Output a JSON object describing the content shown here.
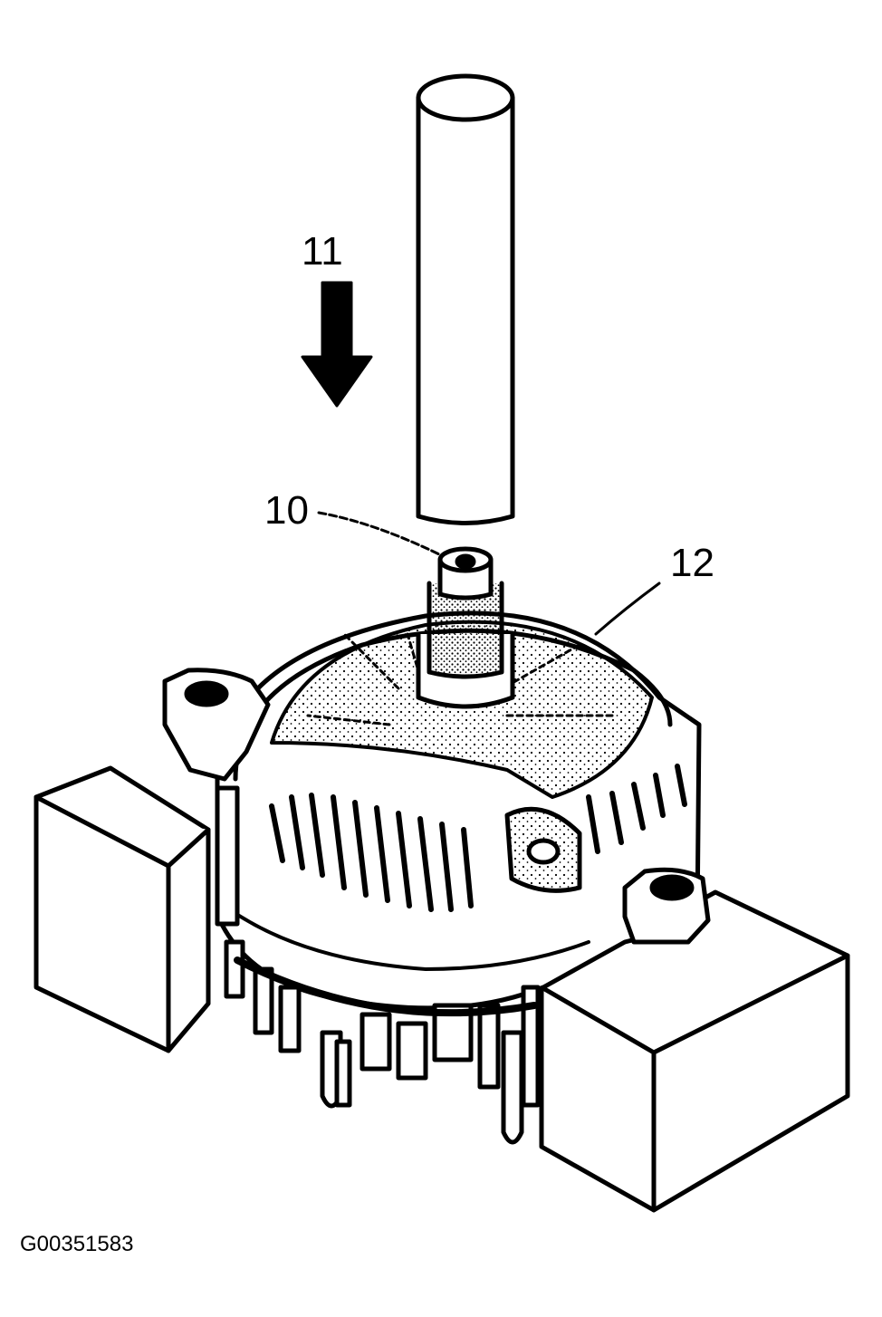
{
  "diagram": {
    "callouts": {
      "tool": "11",
      "shaft": "10",
      "housing": "12"
    },
    "figure_id": "G00351583",
    "colors": {
      "ink": "#000000",
      "paper": "#ffffff"
    }
  }
}
